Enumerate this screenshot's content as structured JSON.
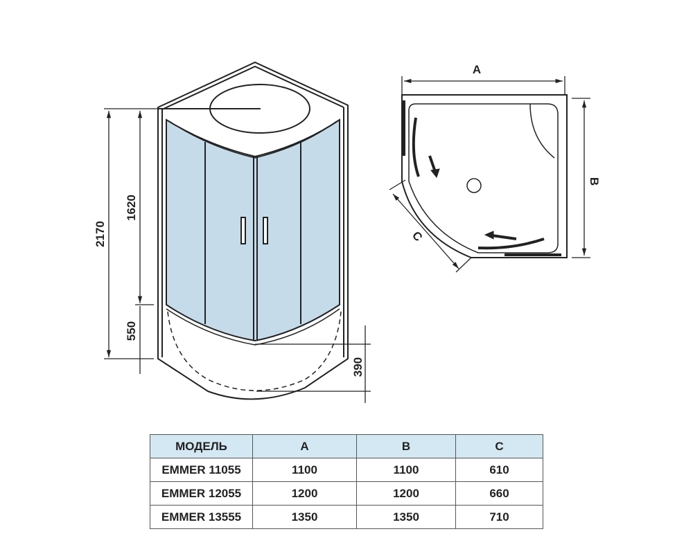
{
  "front_view": {
    "dimensions": {
      "total_height": "2170",
      "door_height": "1620",
      "tray_height": "550",
      "tray_depth": "390"
    },
    "colors": {
      "glass": "#c5dbea",
      "line": "#222222"
    }
  },
  "plan_view": {
    "labels": {
      "width": "A",
      "depth": "B",
      "door": "C"
    }
  },
  "table": {
    "headers": [
      "МОДЕЛЬ",
      "A",
      "B",
      "C"
    ],
    "rows": [
      [
        "EMMER 11055",
        "1100",
        "1100",
        "610"
      ],
      [
        "EMMER 12055",
        "1200",
        "1200",
        "660"
      ],
      [
        "EMMER 13555",
        "1350",
        "1350",
        "710"
      ]
    ],
    "header_color": "#d3e8f3"
  }
}
